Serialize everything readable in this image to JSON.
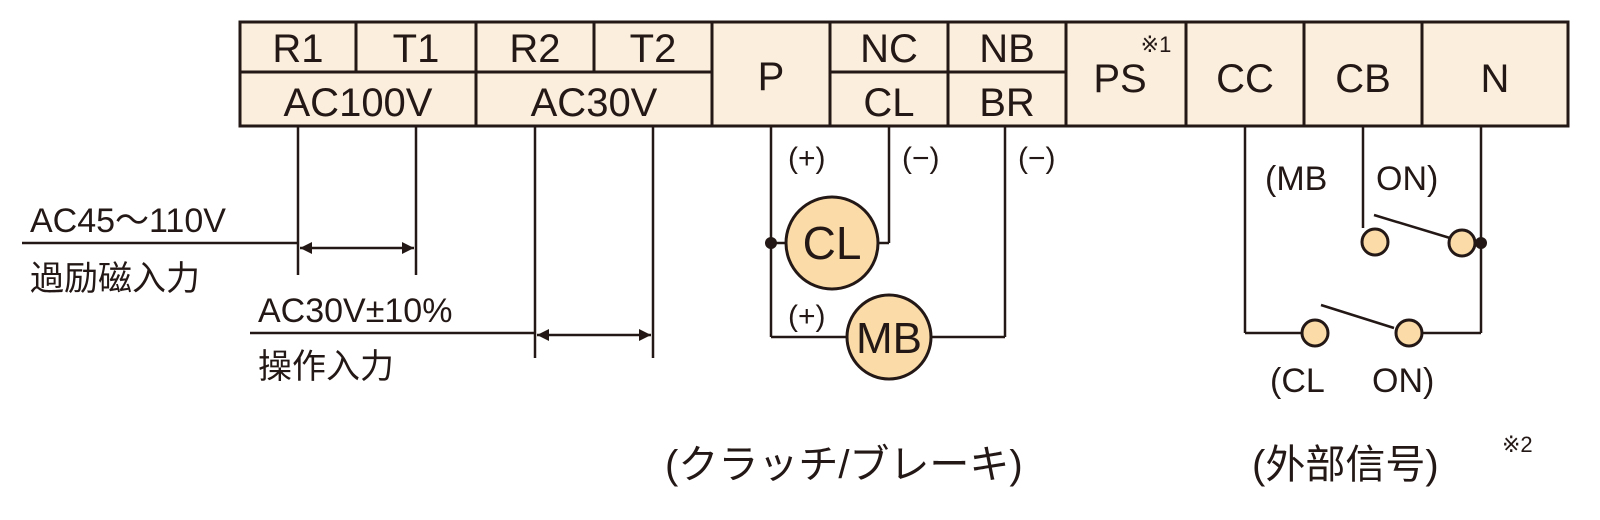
{
  "colors": {
    "terminal_fill": "#FBEEDC",
    "circle_fill": "#FBDCA8",
    "stroke": "#231815"
  },
  "terminals": {
    "r1": "R1",
    "t1": "T1",
    "r2": "R2",
    "t2": "T2",
    "ac100v": "AC100V",
    "ac30v": "AC30V",
    "p": "P",
    "nc": "NC",
    "nb": "NB",
    "cl": "CL",
    "br": "BR",
    "ps": "PS",
    "ps_note": "※1",
    "cc": "CC",
    "cb": "CB",
    "n": "N"
  },
  "inputs": {
    "overexcite_voltage": "AC45〜110V",
    "overexcite_label": "過励磁入力",
    "operation_voltage": "AC30V±10%",
    "operation_label": "操作入力"
  },
  "polarity": {
    "plus_clutch": "(+)",
    "minus_clutch": "(−)",
    "minus_brake": "(−)",
    "plus_brake": "(+)"
  },
  "components": {
    "clutch": "CL",
    "brake": "MB"
  },
  "switches": {
    "mb_on_open": "(MB",
    "mb_on_close": "ON)",
    "cl_on_open": "(CL",
    "cl_on_close": "ON)"
  },
  "captions": {
    "clutch_brake": "(クラッチ/ブレーキ)",
    "external_signal": "(外部信号)",
    "external_note": "※2"
  }
}
